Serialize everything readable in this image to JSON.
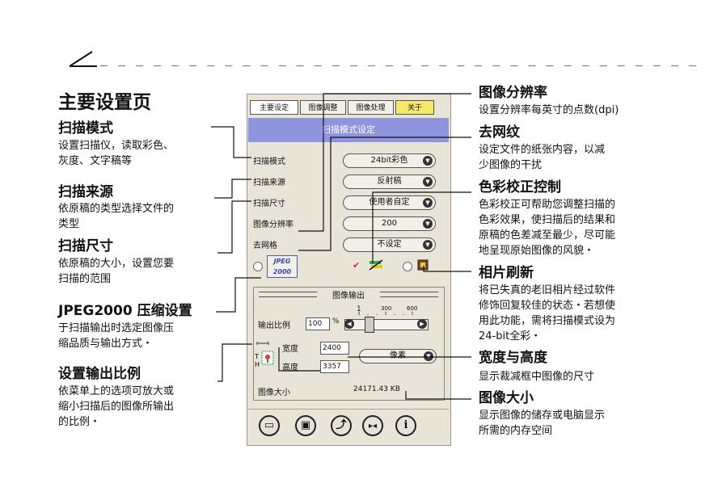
{
  "page": {
    "title": "主要设置页",
    "dashes": "_ _ _ _ _ _ _ _ _ _ _ _ _ _ _ _ _ _ _ _ _ _ _ _ _ _ _ _ _ _ _ _ _ _ _ _"
  },
  "left_notes": [
    {
      "heading": "扫描模式",
      "desc": [
        "设置扫描仪，读取彩色、",
        "灰度、文字稿等"
      ]
    },
    {
      "heading": "扫描来源",
      "desc": [
        "依原稿的类型选择文件的",
        "类型"
      ]
    },
    {
      "heading": "扫描尺寸",
      "desc": [
        "依原稿的大小，设置您要",
        "扫描的范围"
      ]
    },
    {
      "heading": "JPEG2000 压缩设置",
      "desc": [
        "于扫描输出时选定图像压",
        "缩品质与输出方式・"
      ]
    },
    {
      "heading": "设置输出比例",
      "desc": [
        "依菜单上的选项可放大或",
        "缩小扫描后的图像所输出",
        "的比例・"
      ]
    }
  ],
  "right_notes": [
    {
      "heading": "图像分辨率",
      "desc": [
        "设置分辨率每英寸的点数(dpi)"
      ]
    },
    {
      "heading": "去网纹",
      "desc": [
        "设定文件的纸张内容，以减",
        "少图像的干扰"
      ]
    },
    {
      "heading": "色彩校正控制",
      "desc": [
        "色彩校正可帮助您调整扫描的",
        "色彩效果，使扫描后的结果和",
        "原稿的色差减至最少，尽可能",
        "地呈现原始图像的风貌・"
      ]
    },
    {
      "heading": "相片刷新",
      "desc": [
        "将已失真的老旧相片经过软件",
        "修饰回复较佳的状态・若想使",
        "用此功能，需将扫描模式设为",
        "24-bit全彩・"
      ]
    },
    {
      "heading": "宽度与高度",
      "desc": [
        "显示裁减框中图像的尺寸"
      ]
    },
    {
      "heading": "图像大小",
      "desc": [
        "显示图像的储存或电脑显示",
        "所需的内存空间"
      ]
    }
  ],
  "panel": {
    "tabs": [
      "主要设定",
      "图像调整",
      "图像处理",
      "关于"
    ],
    "header": "扫描模式设定",
    "rows": [
      {
        "label": "扫描模式",
        "value": "24bit彩色"
      },
      {
        "label": "扫描来源",
        "value": "反射稿"
      },
      {
        "label": "扫描尺寸",
        "value": "使用者自定"
      },
      {
        "label": "图像分辨率",
        "value": "200"
      },
      {
        "label": "去网格",
        "value": "不设定"
      }
    ],
    "jpeg_label": "JPEG 2000",
    "output": {
      "group_title": "图像输出",
      "ratio_label": "输出比例",
      "ratio_value": "100",
      "percent": "%",
      "scale_1": "1",
      "scale_300": "300",
      "scale_600": "600",
      "width_label": "宽度",
      "width_value": "2400",
      "height_label": "高度",
      "height_value": "3357",
      "unit": "像素",
      "size_label": "图像大小",
      "size_value": "24171.43 KB"
    },
    "buttons": [
      "open-folder",
      "save",
      "scan",
      "preview",
      "info"
    ]
  }
}
